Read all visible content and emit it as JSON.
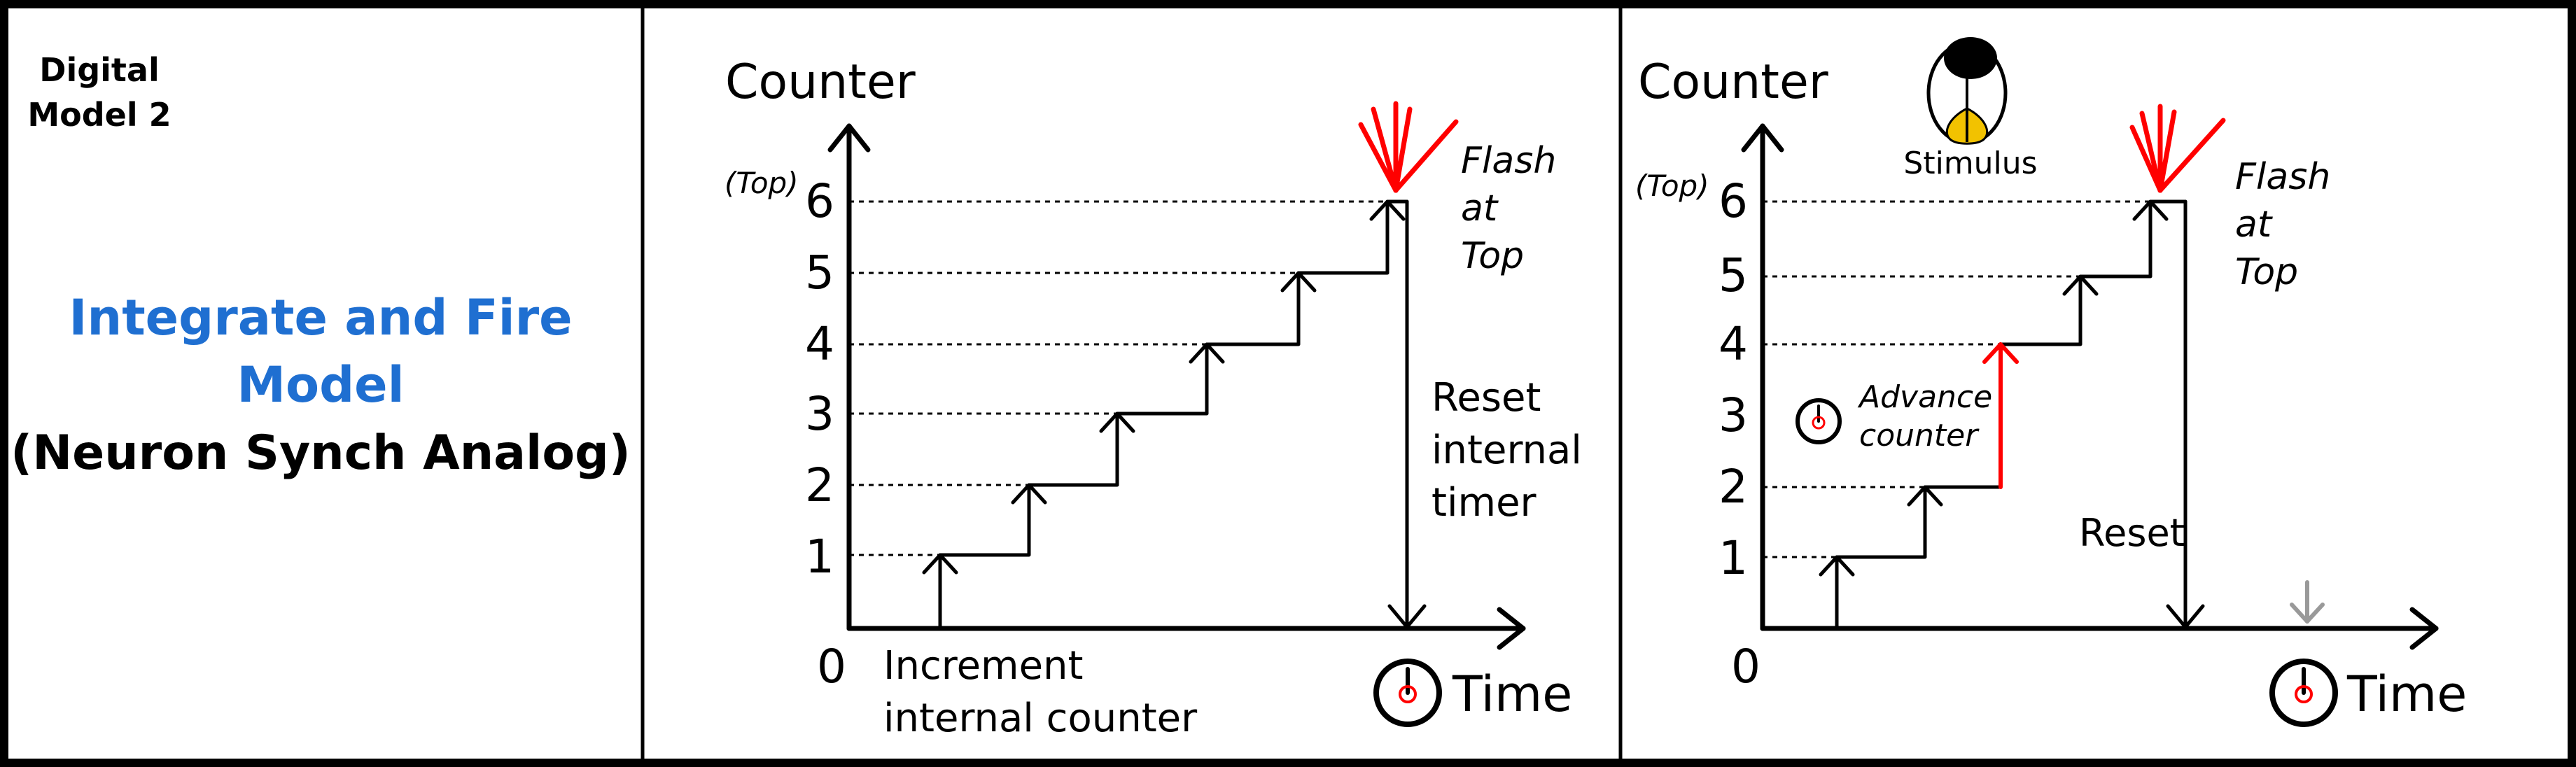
{
  "left_panel": {
    "header_line1": "Digital",
    "header_line2": "Model 2",
    "title_line1": "Integrate and Fire",
    "title_line2": "Model",
    "subtitle": "(Neuron Synch Analog)",
    "title_color": "#1f6fd1"
  },
  "middle_panel": {
    "y_axis_title": "Counter",
    "x_axis_title": "Time",
    "top_label": "(Top)",
    "origin_label": "0",
    "levels": [
      "1",
      "2",
      "3",
      "4",
      "5",
      "6"
    ],
    "flash_line1": "Flash",
    "flash_line2": "at",
    "flash_line3": "Top",
    "reset_line1": "Reset",
    "reset_line2": "internal",
    "reset_line3": "timer",
    "increment_line1": "Increment",
    "increment_line2": "internal counter",
    "icons": [
      "flash-burst-icon",
      "clock-icon"
    ]
  },
  "right_panel": {
    "y_axis_title": "Counter",
    "x_axis_title": "Time",
    "top_label": "(Top)",
    "origin_label": "0",
    "levels": [
      "1",
      "2",
      "3",
      "4",
      "5",
      "6"
    ],
    "stimulus_label": "Stimulus",
    "advance_line1": "Advance",
    "advance_line2": "counter",
    "flash_line1": "Flash",
    "flash_line2": "at",
    "flash_line3": "Top",
    "reset_label": "Reset",
    "icons": [
      "firefly-icon",
      "flash-burst-icon",
      "clock-icon",
      "gray-down-arrow-icon"
    ]
  },
  "colors": {
    "flash": "#ff0000",
    "advance_arrow": "#ff0000",
    "stimulus_glow": "#f2c200",
    "faded_arrow": "#999999",
    "ink": "#000000"
  }
}
